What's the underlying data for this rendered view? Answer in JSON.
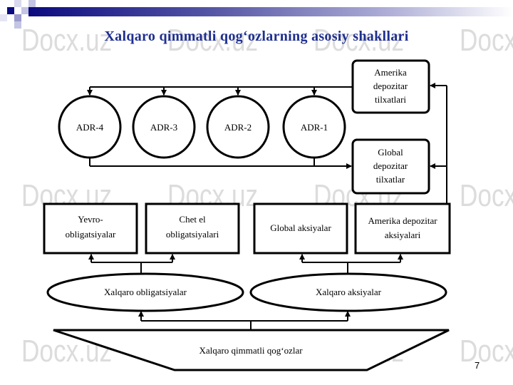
{
  "title": "Xalqaro qimmatli qog‘ozlarning asosiy shakllari",
  "watermark": "Docx.uz",
  "page_number": "7",
  "diagram": {
    "adr": [
      "ADR-4",
      "ADR-3",
      "ADR-2",
      "ADR-1"
    ],
    "receipts": {
      "american": [
        "Amerika",
        "depozitar",
        "tilxatlari"
      ],
      "global": [
        "Global",
        "depozitar",
        "tilxatlar"
      ]
    },
    "boxes": {
      "euro": [
        "Yevro-",
        "obligatsiyalar"
      ],
      "foreign": [
        "Chet el",
        "obligatsiyalari"
      ],
      "global_shares": [
        "Global aksiyalar"
      ],
      "american_shares": [
        "Amerika depozitar",
        "aksiyalari"
      ]
    },
    "ellipses": {
      "bonds": "Xalqaro obligatsiyalar",
      "shares": "Xalqaro aksiyalar"
    },
    "base": "Xalqaro qimmatli qog‘ozlar"
  }
}
